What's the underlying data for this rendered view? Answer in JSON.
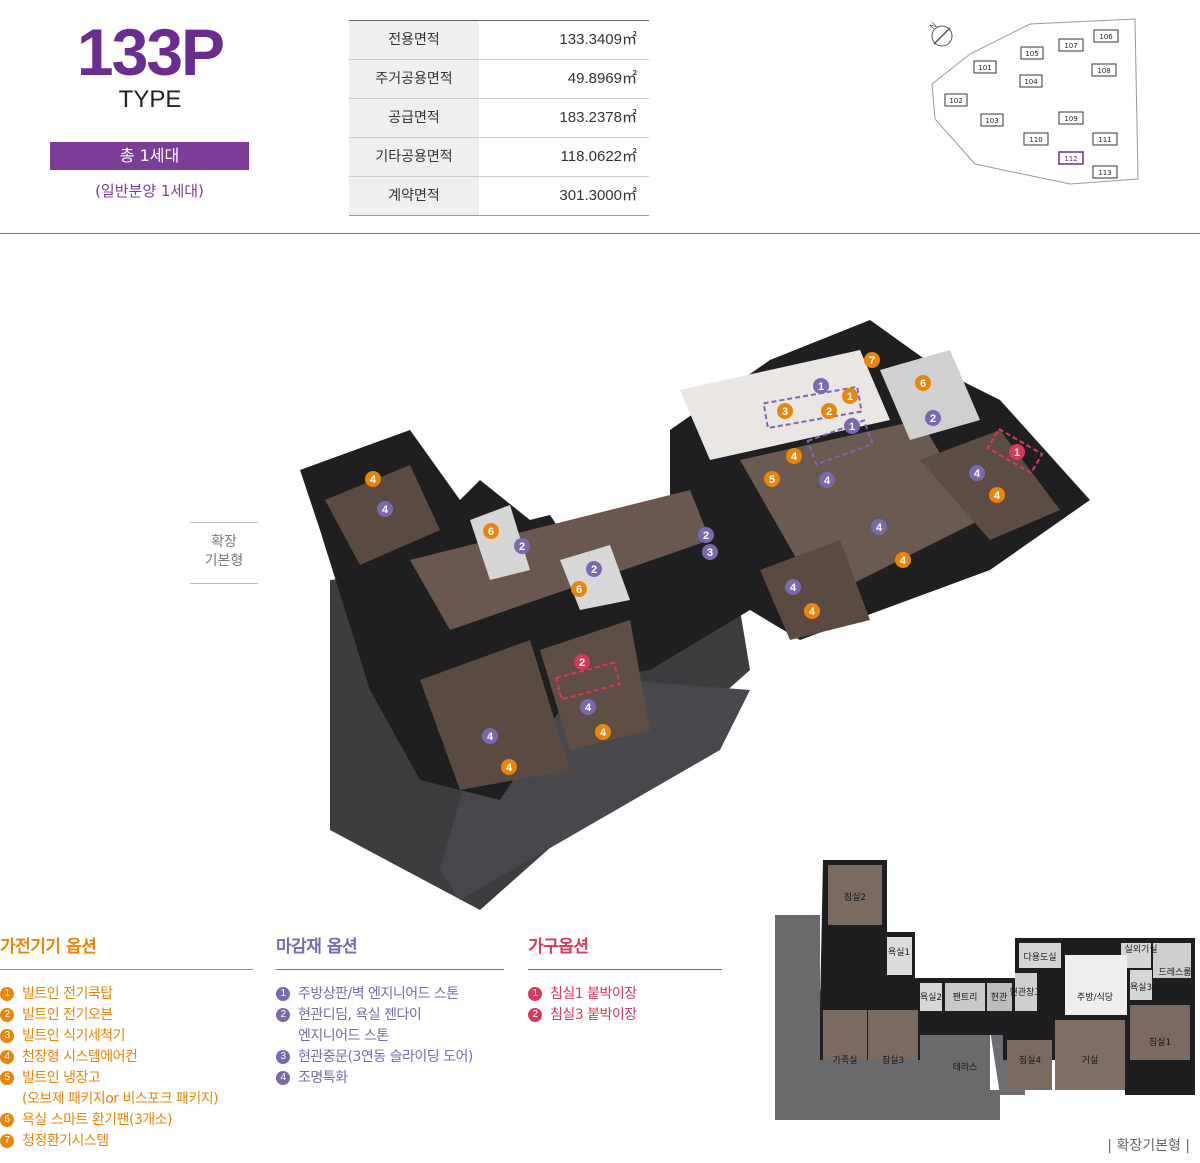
{
  "header": {
    "type_code": "133P",
    "type_label": "TYPE",
    "units_total": "총 1세대",
    "units_detail": "(일반분양 1세대)"
  },
  "area_table": [
    {
      "label": "전용면적",
      "value": "133.3409㎡"
    },
    {
      "label": "주거공용면적",
      "value": "49.8969㎡"
    },
    {
      "label": "공급면적",
      "value": "183.2378㎡"
    },
    {
      "label": "기타공용면적",
      "value": "118.0622㎡"
    },
    {
      "label": "계약면적",
      "value": "301.3000㎡"
    }
  ],
  "site_map": {
    "compass": "N",
    "buildings": [
      "101",
      "102",
      "103",
      "104",
      "105",
      "106",
      "107",
      "108",
      "109",
      "110",
      "111",
      "112",
      "113"
    ],
    "highlight": "112"
  },
  "plan_tag": {
    "line1": "확장",
    "line2": "기본형"
  },
  "appliance_options": {
    "title": "가전기기 옵션",
    "items": [
      {
        "num": "1",
        "text": "빌트인 전기쿡탑"
      },
      {
        "num": "2",
        "text": "빌트인 전기오븐"
      },
      {
        "num": "3",
        "text": "빌트인 식기세척기"
      },
      {
        "num": "4",
        "text": "천장형 시스템에어컨"
      },
      {
        "num": "5",
        "text": "빌트인 냉장고",
        "text2": "(오브제 패키지or 비스포크 패키지)"
      },
      {
        "num": "6",
        "text": "욕실 스마트 환기팬(3개소)"
      },
      {
        "num": "7",
        "text": "청정환기시스템"
      }
    ]
  },
  "finish_options": {
    "title": "마감재 옵션",
    "items": [
      {
        "num": "1",
        "text": "주방상판/벽 엔지니어드 스톤"
      },
      {
        "num": "2",
        "text": "현관디딤, 욕실 젠다이",
        "text2": "엔지니어드 스톤"
      },
      {
        "num": "3",
        "text": "현관중문(3연동 슬라이딩 도어)"
      },
      {
        "num": "4",
        "text": "조명특화"
      }
    ]
  },
  "furniture_options": {
    "title": "가구옵션",
    "items": [
      {
        "num": "1",
        "text": "침실1 붙박이장"
      },
      {
        "num": "2",
        "text": "침실3 붙박이장"
      }
    ]
  },
  "floor_plan": {
    "rooms": [
      "침실2",
      "욕실1",
      "욕실2",
      "팬트리",
      "현관",
      "현관창고",
      "다용도실",
      "실외기실",
      "드레스룸",
      "욕실3",
      "주방/식당",
      "침실1",
      "거실",
      "침실4",
      "테라스",
      "침실3",
      "가족실"
    ],
    "caption": "| 확장기본형 |"
  },
  "colors": {
    "brand_purple": "#6a2c8f",
    "badge_purple": "#7b3d98",
    "appliance_orange": "#e8850a",
    "finish_purple": "#7b69b0",
    "furniture_red": "#d6395b"
  }
}
